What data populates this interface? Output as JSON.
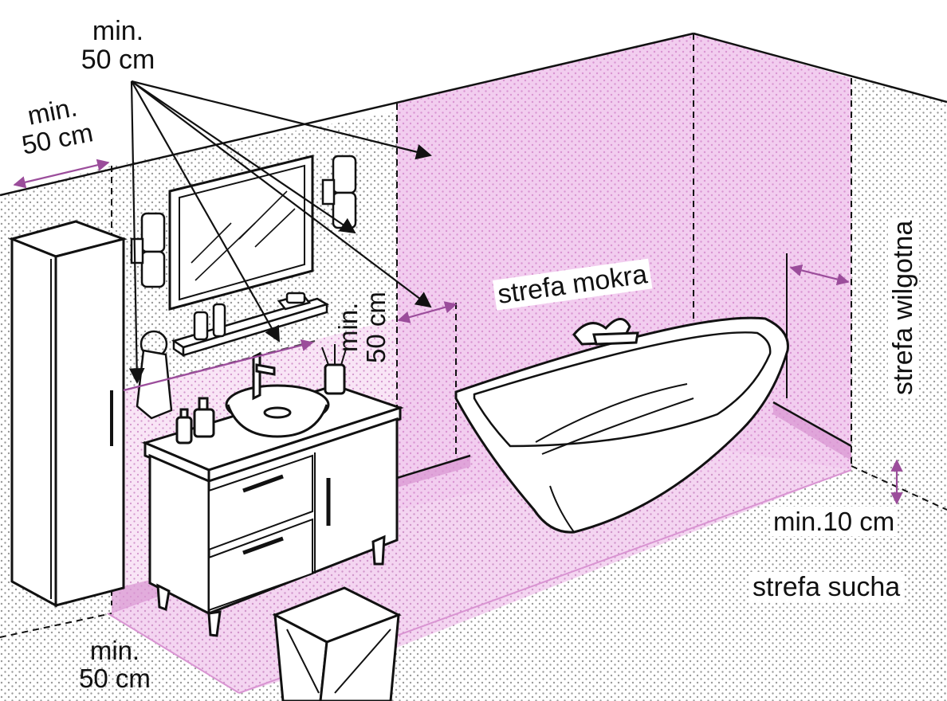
{
  "labels": {
    "top_dim": {
      "line1": "min.",
      "line2": "50 cm"
    },
    "left_dim": {
      "line1": "min.",
      "line2": "50 cm"
    },
    "mirror_dim": {
      "line1": "min.",
      "line2": "50 cm"
    },
    "bottom_dim": {
      "line1": "min.",
      "line2": "50 cm"
    },
    "zone_wet": "strefa mokra",
    "zone_damp": "strefa wilgotna",
    "zone_dry": "strefa sucha",
    "height_dim": "min.10 cm"
  },
  "colors": {
    "wet_zone": "#f2cdef",
    "wet_zone_dots": "#d994d2",
    "dry_dots": "#9a9a9a",
    "dimension": "#9b4d9b",
    "outline": "#111111",
    "background": "#ffffff"
  }
}
